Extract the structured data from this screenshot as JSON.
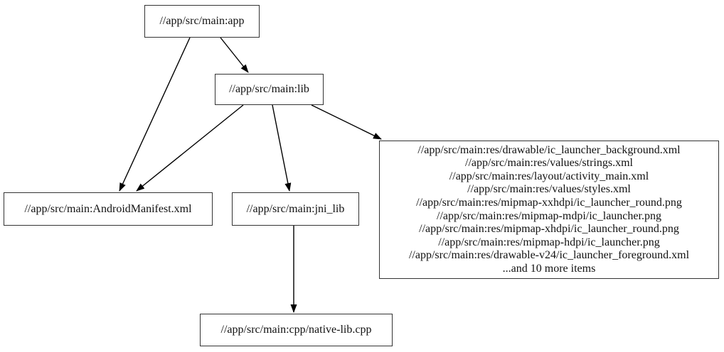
{
  "diagram": {
    "type": "dependency-graph",
    "background_color": "#ffffff",
    "node_border_color": "#333333",
    "edge_color": "#000000",
    "text_color": "#111111",
    "nodes": {
      "app": {
        "label": "//app/src/main:app"
      },
      "lib": {
        "label": "//app/src/main:lib"
      },
      "manifest": {
        "label": "//app/src/main:AndroidManifest.xml"
      },
      "jni_lib": {
        "label": "//app/src/main:jni_lib"
      },
      "native_lib": {
        "label": "//app/src/main:cpp/native-lib.cpp"
      },
      "res_group": {
        "lines": [
          "//app/src/main:res/drawable/ic_launcher_background.xml",
          "//app/src/main:res/values/strings.xml",
          "//app/src/main:res/layout/activity_main.xml",
          "//app/src/main:res/values/styles.xml",
          "//app/src/main:res/mipmap-xxhdpi/ic_launcher_round.png",
          "//app/src/main:res/mipmap-mdpi/ic_launcher.png",
          "//app/src/main:res/mipmap-xhdpi/ic_launcher_round.png",
          "//app/src/main:res/mipmap-hdpi/ic_launcher.png",
          "//app/src/main:res/drawable-v24/ic_launcher_foreground.xml",
          "...and 10 more items"
        ]
      }
    },
    "edges": [
      {
        "from": "app",
        "to": "manifest"
      },
      {
        "from": "app",
        "to": "lib"
      },
      {
        "from": "lib",
        "to": "manifest"
      },
      {
        "from": "lib",
        "to": "jni_lib"
      },
      {
        "from": "lib",
        "to": "res_group"
      },
      {
        "from": "jni_lib",
        "to": "native_lib"
      }
    ]
  }
}
